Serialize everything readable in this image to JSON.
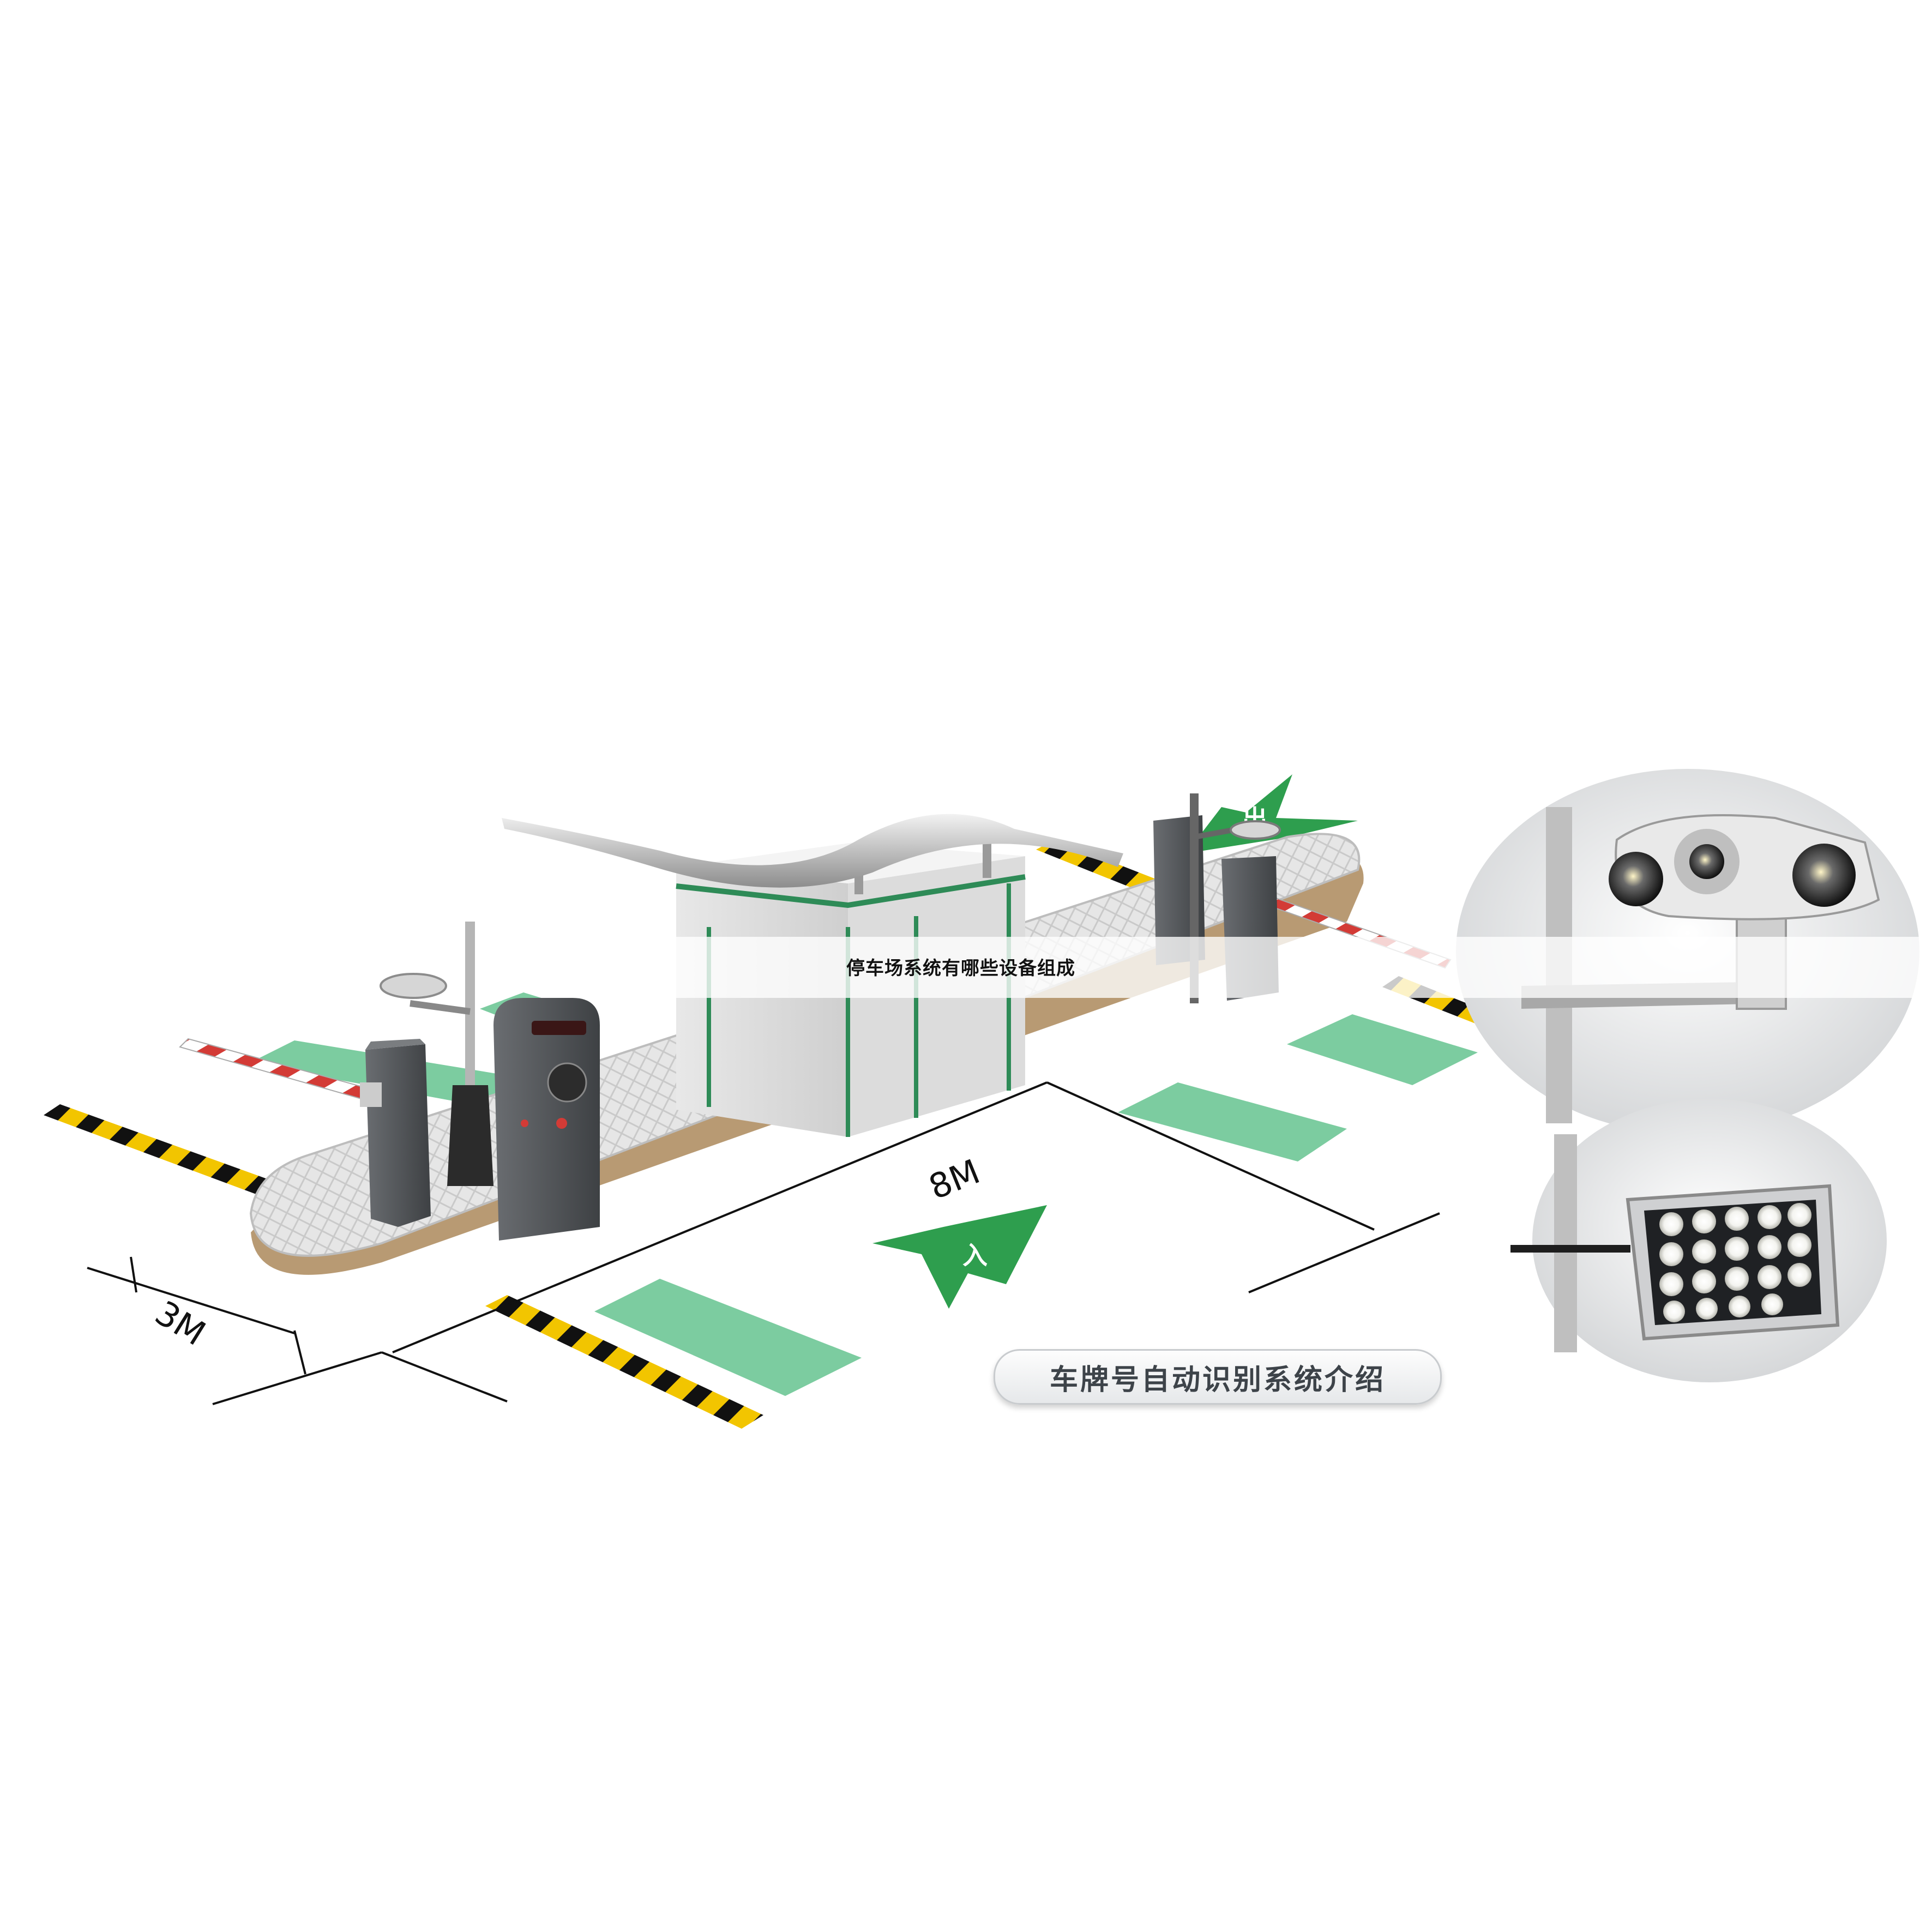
{
  "banner": {
    "title": "停车场系统有哪些设备组成"
  },
  "caption": {
    "text": "车牌号自动识别系统介绍"
  },
  "dimensions": {
    "lane_length": "8M",
    "lane_width": "3M"
  },
  "arrows": {
    "entry": "入",
    "exit": "出"
  },
  "colors": {
    "lane_marking": "#7ccca0",
    "arrow": "#2e9e4e",
    "booth_trim": "#2e8b57",
    "hazard_yellow": "#f2c500",
    "hazard_black": "#111111",
    "island_top": "#e4e4e4",
    "island_side": "#b89a73",
    "barrier_red": "#d33b36",
    "equipment_dark": "#54575b"
  },
  "icons": [
    "camera-icon",
    "led-floodlight-icon",
    "barrier-gate-icon",
    "ticket-machine-icon",
    "booth-icon"
  ]
}
